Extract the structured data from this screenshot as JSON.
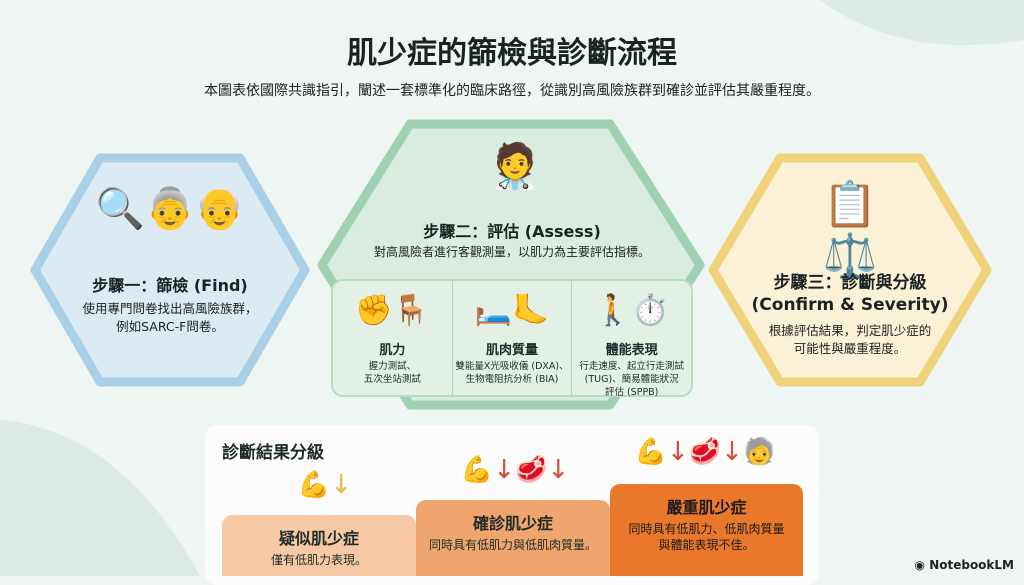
{
  "title": "肌少症的篩檢與診斷流程",
  "subtitle": "本圖表依國際共識指引，闡述一套標準化的臨床路徑，從識別高風險族群到確診並評估其嚴重程度。",
  "steps": [
    {
      "title": "步驟一：篩檢 (Find)",
      "desc_1": "使用專門問卷找出高風險族群，",
      "desc_2": "例如SARC-F問卷。",
      "color": "#a9d0e6",
      "icon": "magnifier-question-elderly-group-icon"
    },
    {
      "title": "步驟二：評估 (Assess)",
      "desc": "對高風險者進行客觀測量，以肌力為主要評估指標。",
      "color": "#9fd0b1",
      "icon": "hand-grip-dynamometer-icon",
      "measures": [
        {
          "title": "肌力",
          "desc_1": "握力測試、",
          "desc_2": "五次坐站測試",
          "icon": "grip-chair-stand-icon"
        },
        {
          "title": "肌肉質量",
          "desc_1": "雙能量X光吸收儀 (DXA)、",
          "desc_2": "生物電阻抗分析 (BIA)",
          "icon": "dxa-bia-icon"
        },
        {
          "title": "體能表現",
          "desc_1": "行走速度、起立行走測試",
          "desc_2": "(TUG)、簡易體能狀況",
          "desc_3": "評估 (SPPB)",
          "icon": "walking-timer-stairs-icon"
        }
      ]
    },
    {
      "title_1": "步驟三：診斷與分級",
      "title_2": "(Confirm & Severity)",
      "desc_1": "根據評估結果，判定肌少症的",
      "desc_2": "可能性與嚴重程度。",
      "color": "#f0d27a",
      "icon": "clipboard-scale-icon"
    }
  ],
  "results": {
    "title": "診斷結果分級",
    "levels": [
      {
        "title": "疑似肌少症",
        "desc_1": "僅有低肌力表現。",
        "color": "#f6c9a4"
      },
      {
        "title": "確診肌少症",
        "desc_1": "同時具有低肌力與低肌肉質量。",
        "color": "#f0a56e"
      },
      {
        "title": "嚴重肌少症",
        "desc_1": "同時具有低肌力、低肌肉質量",
        "desc_2": "與體能表現不佳。",
        "color": "#e9782a"
      }
    ]
  },
  "branding": "NotebookLM"
}
